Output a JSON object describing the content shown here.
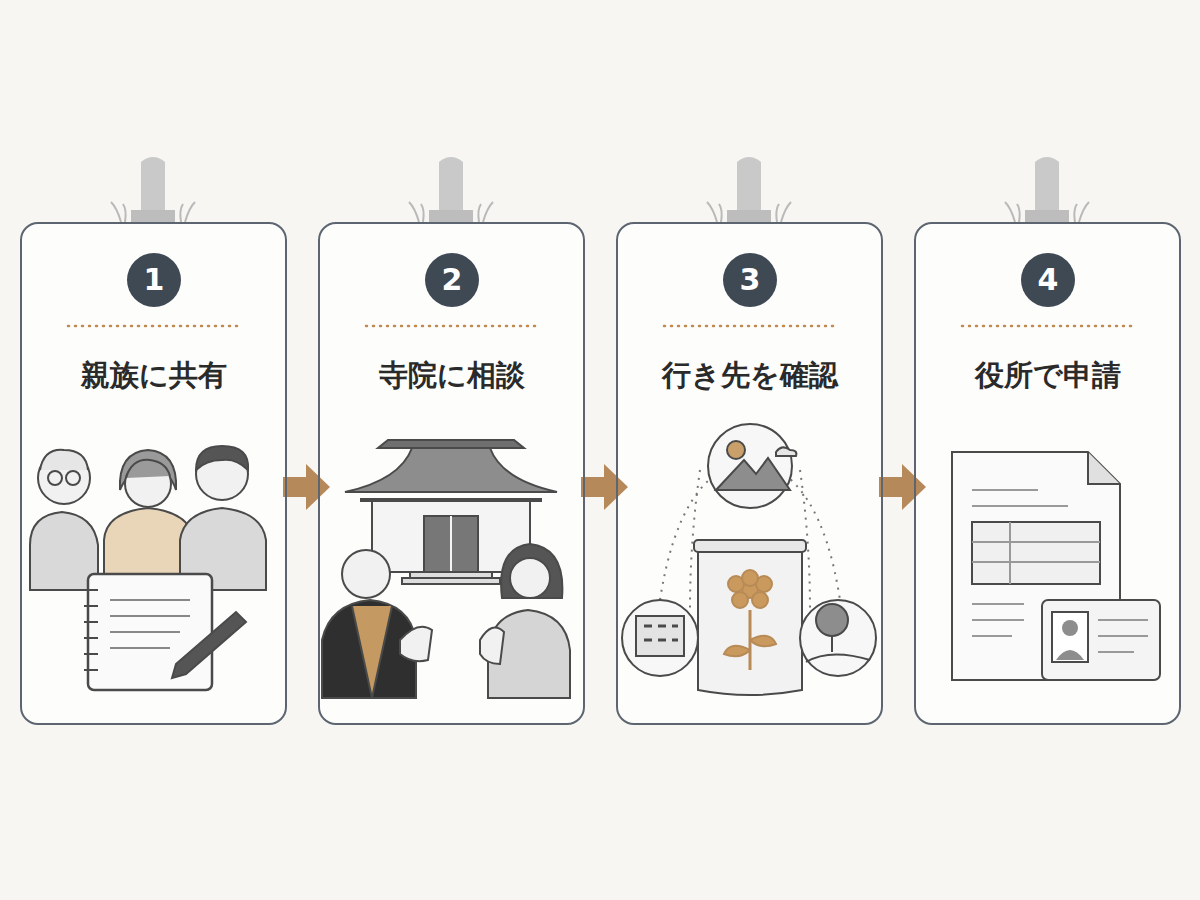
{
  "diagram": {
    "nodes": [
      {
        "text": [
          "親族に共有"
        ]
      },
      {
        "text": [
          "1"
        ],
        "in": 0
      },
      {
        "text": [
          "寺院に相談"
        ]
      },
      {
        "text": [
          "2"
        ],
        "in": 2
      },
      {
        "text": [
          "行き先を確認"
        ]
      },
      {
        "text": [
          "3"
        ],
        "in": 4
      },
      {
        "text": [
          "役所で申請"
        ]
      },
      {
        "text": [
          "4"
        ],
        "in": 6
      }
    ],
    "edges": [
      {
        "from": 0,
        "to": 2,
        "arrow": "to"
      },
      {
        "from": 2,
        "to": 4,
        "arrow": "to"
      },
      {
        "from": 4,
        "to": 6,
        "arrow": "to"
      }
    ]
  }
}
